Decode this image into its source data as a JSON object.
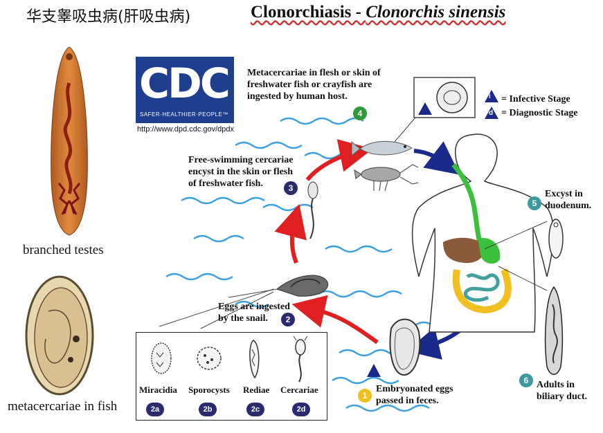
{
  "title": {
    "chinese": "华支睾吸虫病(肝吸虫病)",
    "english_prefix": "Clonorchiasis - ",
    "english_species": "Clonorchis sinensis"
  },
  "left_panel": {
    "upper_caption": "branched testes",
    "lower_caption": "metacercariae in fish"
  },
  "cdc": {
    "logo_text": "CDC",
    "tagline": "SAFER·HEALTHIER·PEOPLE™",
    "url": "http://www.dpd.cdc.gov/dpdx"
  },
  "legend": {
    "infective_symbol": "i",
    "infective_label": "= Infective Stage",
    "diagnostic_symbol": "d",
    "diagnostic_label": "= Diagnostic Stage"
  },
  "stages": [
    {
      "number": "4",
      "text_lines": [
        "Metacercariae in flesh or skin of",
        "freshwater fish or crayfish are",
        "ingested by human host."
      ],
      "color": "#2e9a3a"
    },
    {
      "number": "3",
      "text_lines": [
        "Free-swimming cercariae",
        "encyst in the skin or flesh",
        "of freshwater fish."
      ],
      "color": "#2a2a6e"
    },
    {
      "number": "2",
      "text_lines": [
        "Eggs are ingested",
        "by the snail."
      ],
      "color": "#2a2a6e"
    },
    {
      "number": "1",
      "text_lines": [
        "Embryonated eggs",
        "passed in feces."
      ],
      "color": "#f0c020"
    },
    {
      "number": "5",
      "text_lines": [
        "Excyst in",
        "duodenum."
      ],
      "color": "#3a9aa0"
    },
    {
      "number": "6",
      "text_lines": [
        "Adults in",
        "biliary duct."
      ],
      "color": "#3a9aa0"
    }
  ],
  "sub_stages": [
    {
      "label": "Miracidia",
      "badge": "2a"
    },
    {
      "label": "Sporocysts",
      "badge": "2b"
    },
    {
      "label": "Rediae",
      "badge": "2c"
    },
    {
      "label": "Cercariae",
      "badge": "2d"
    }
  ],
  "colors": {
    "cdc_blue": "#1e3e8f",
    "red_arrow": "#e02020",
    "blue_arrow": "#1a2a8a",
    "water": "#3aa0e0",
    "green_gut": "#3ac03a",
    "liver": "#8a5a3a",
    "intestine": "#f0c020",
    "small_intestine": "#40a0a0"
  },
  "icons": [
    "fish-icon",
    "crayfish-icon",
    "snail-icon",
    "human-body-icon",
    "egg-icon",
    "adult-fluke-icon",
    "metacercaria-icon"
  ]
}
